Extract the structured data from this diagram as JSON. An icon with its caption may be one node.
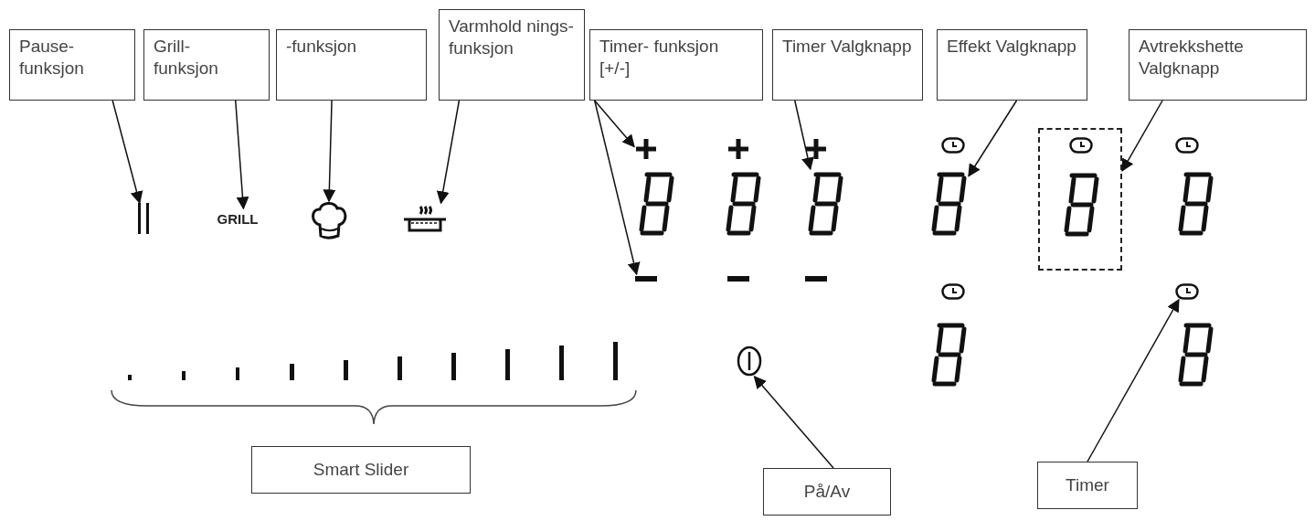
{
  "diagram": {
    "nodes": [
      {
        "text": [
          "Pause- funksjon"
        ]
      },
      {
        "text": [
          "Grill- funksjon"
        ]
      },
      {
        "text": [
          "-funksjon"
        ]
      },
      {
        "text": [
          "Varmhold nings- funksjon"
        ]
      },
      {
        "text": [
          "Timer- funksjon [+/-]"
        ]
      },
      {
        "text": [
          "Timer Valgknapp"
        ]
      },
      {
        "text": [
          "Effekt Valgknapp"
        ]
      },
      {
        "text": [
          "Avtrekkshette Valgknapp"
        ]
      },
      {
        "text": [
          "Smart Slider"
        ]
      },
      {
        "text": [
          "På/Av"
        ]
      },
      {
        "text": [
          "Timer"
        ]
      },
      {
        "text": [],
        "shape": "icon"
      },
      {
        "text": [
          "GRILL"
        ]
      },
      {
        "text": [],
        "shape": "icon"
      },
      {
        "text": [],
        "shape": "icon"
      },
      {
        "text": [],
        "shape": "plus"
      },
      {
        "text": [],
        "shape": "minus"
      },
      {
        "text": [],
        "shape": "display"
      },
      {
        "text": [],
        "shape": "display"
      },
      {
        "text": [],
        "shape": "box"
      },
      {
        "text": [],
        "shape": "circle"
      },
      {
        "text": [],
        "shape": "clock"
      }
    ],
    "edges": [
      {
        "from": 0,
        "to": 11,
        "arrow": "to"
      },
      {
        "from": 1,
        "to": 12,
        "arrow": "to"
      },
      {
        "from": 2,
        "to": 13,
        "arrow": "to"
      },
      {
        "from": 3,
        "to": 14,
        "arrow": "to"
      },
      {
        "from": 4,
        "to": 15,
        "arrow": "to"
      },
      {
        "from": 4,
        "to": 16,
        "arrow": "to"
      },
      {
        "from": 5,
        "to": 17,
        "arrow": "to"
      },
      {
        "from": 6,
        "to": 18,
        "arrow": "to"
      },
      {
        "from": 7,
        "to": 19,
        "arrow": "to"
      },
      {
        "from": 9,
        "to": 20,
        "arrow": "to"
      },
      {
        "from": 10,
        "to": 21,
        "arrow": "to"
      }
    ]
  }
}
